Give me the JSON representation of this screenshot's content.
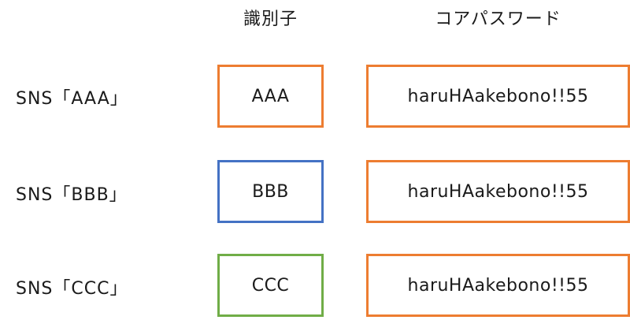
{
  "headers": {
    "identifier": "識別子",
    "core_password": "コアパスワード"
  },
  "rows": [
    {
      "sns_label": "SNS「AAA」",
      "identifier": "AAA",
      "identifier_border": "#ED7D31",
      "password": "haruHAakebono!!55",
      "password_border": "#ED7D31"
    },
    {
      "sns_label": "SNS「BBB」",
      "identifier": "BBB",
      "identifier_border": "#4472C4",
      "password": "haruHAakebono!!55",
      "password_border": "#ED7D31"
    },
    {
      "sns_label": "SNS「CCC」",
      "identifier": "CCC",
      "identifier_border": "#70AD47",
      "password": "haruHAakebono!!55",
      "password_border": "#ED7D31"
    }
  ]
}
